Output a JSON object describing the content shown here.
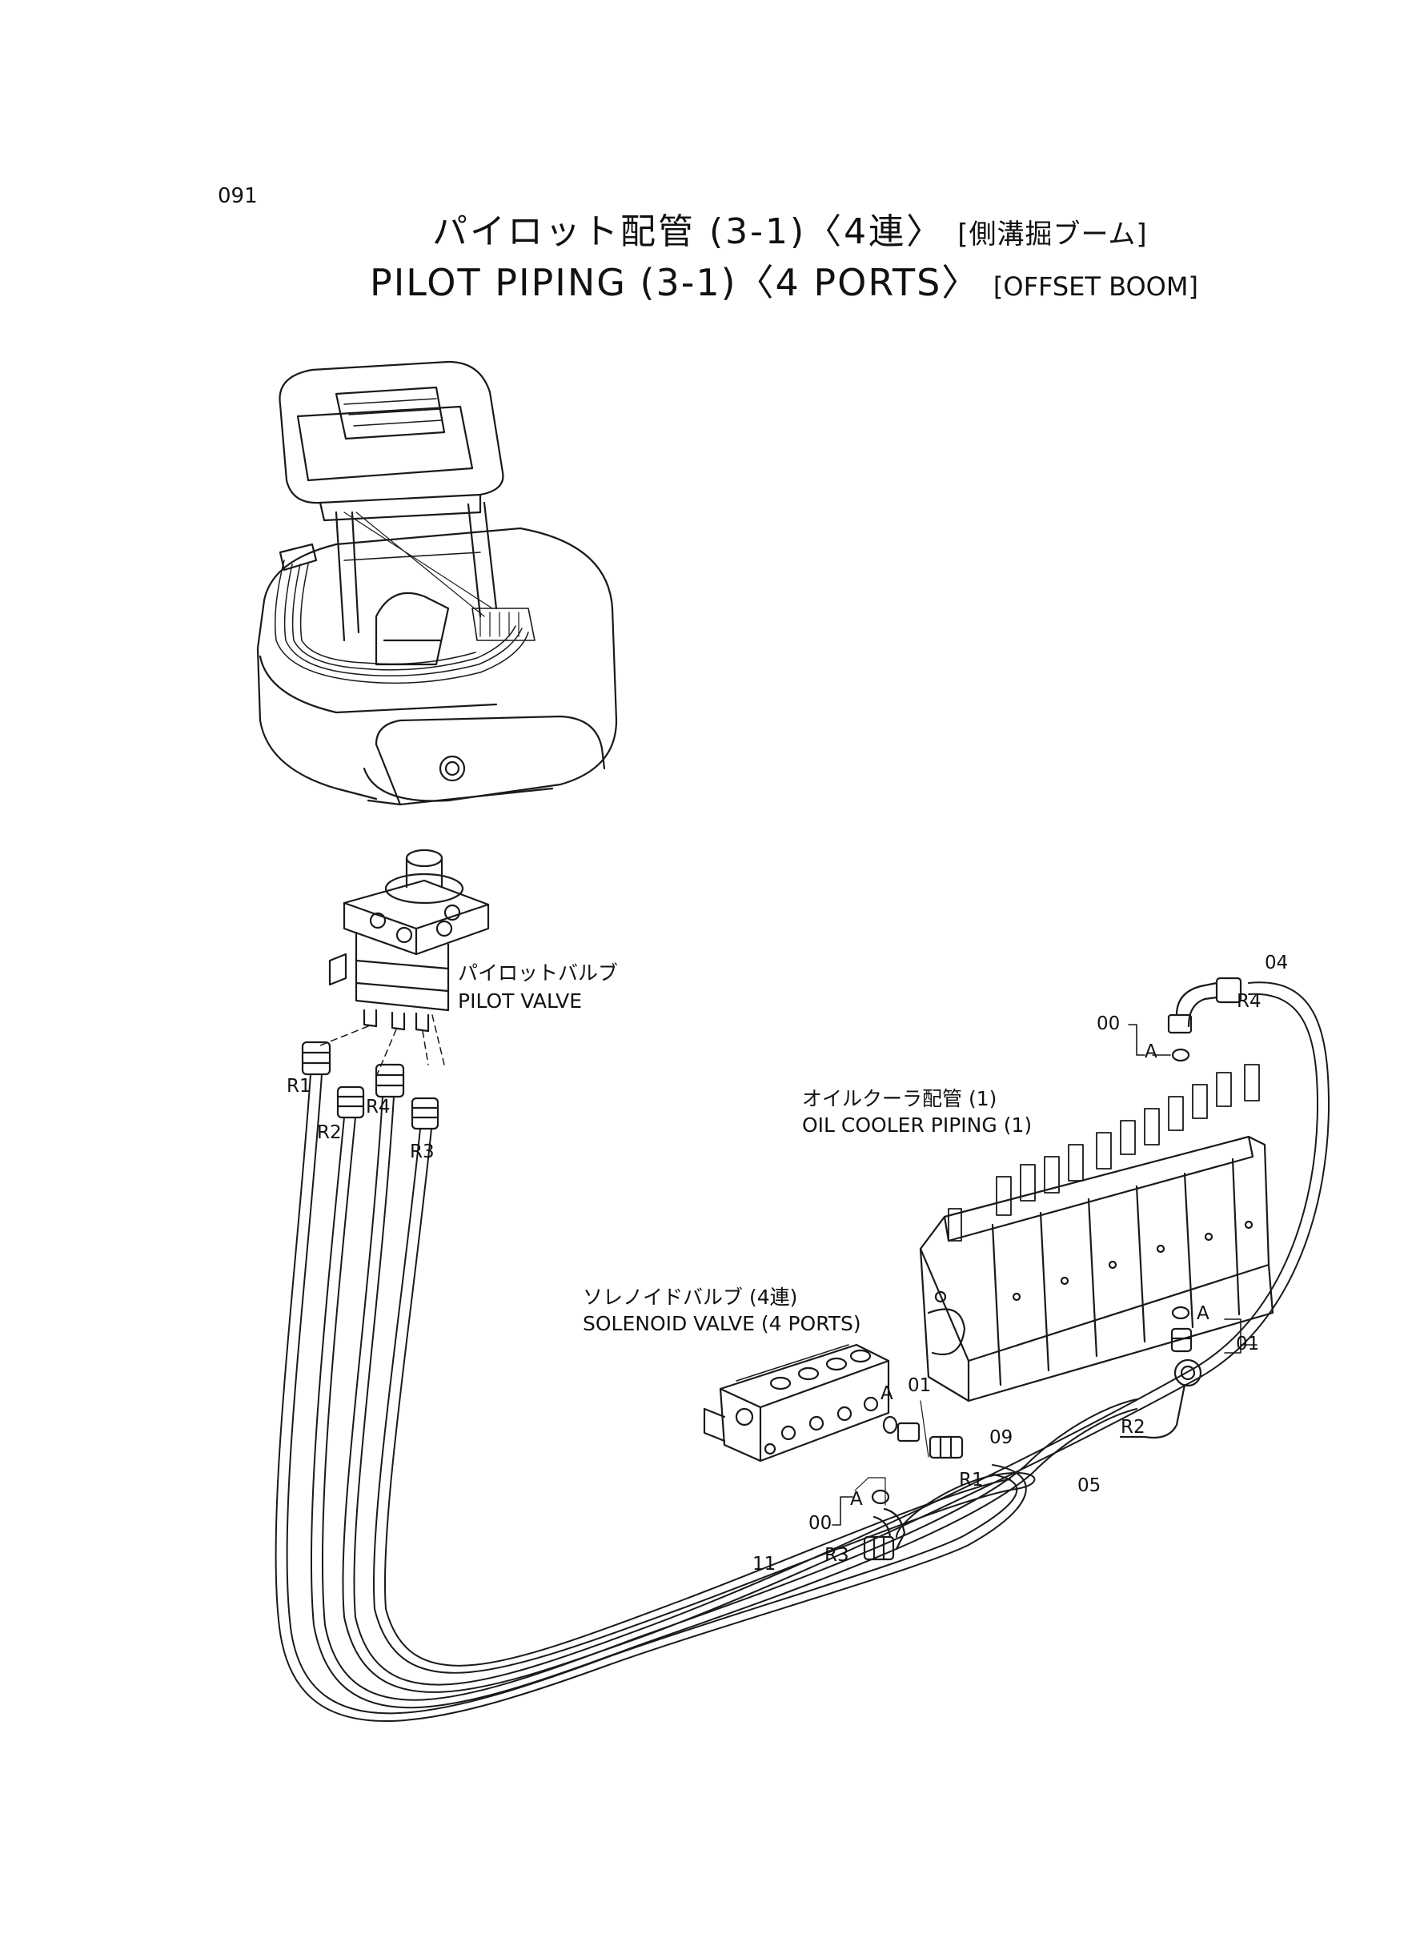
{
  "header": {
    "page_number": "091",
    "title_jp": "パイロット配管 (3-1)〈4連〉",
    "title_jp_bracket": "[側溝掘ブーム]",
    "title_en": "PILOT PIPING (3-1)〈4 PORTS〉",
    "title_en_bracket": "[OFFSET BOOM]"
  },
  "components": {
    "pilot_valve_jp": "パイロットバルブ",
    "pilot_valve_en": "PILOT VALVE",
    "oil_cooler_jp": "オイルクーラ配管 (1)",
    "oil_cooler_en": "OIL COOLER PIPING (1)",
    "solenoid_jp": "ソレノイドバルブ (4連)",
    "solenoid_en": "SOLENOID VALVE (4 PORTS)"
  },
  "ports": {
    "r1": "R1",
    "r2": "R2",
    "r3": "R3",
    "r4": "R4"
  },
  "detail": {
    "a": "A"
  },
  "parts": {
    "p00": "00",
    "p01": "01",
    "p04": "04",
    "p05": "05",
    "p09": "09",
    "p11": "11"
  }
}
